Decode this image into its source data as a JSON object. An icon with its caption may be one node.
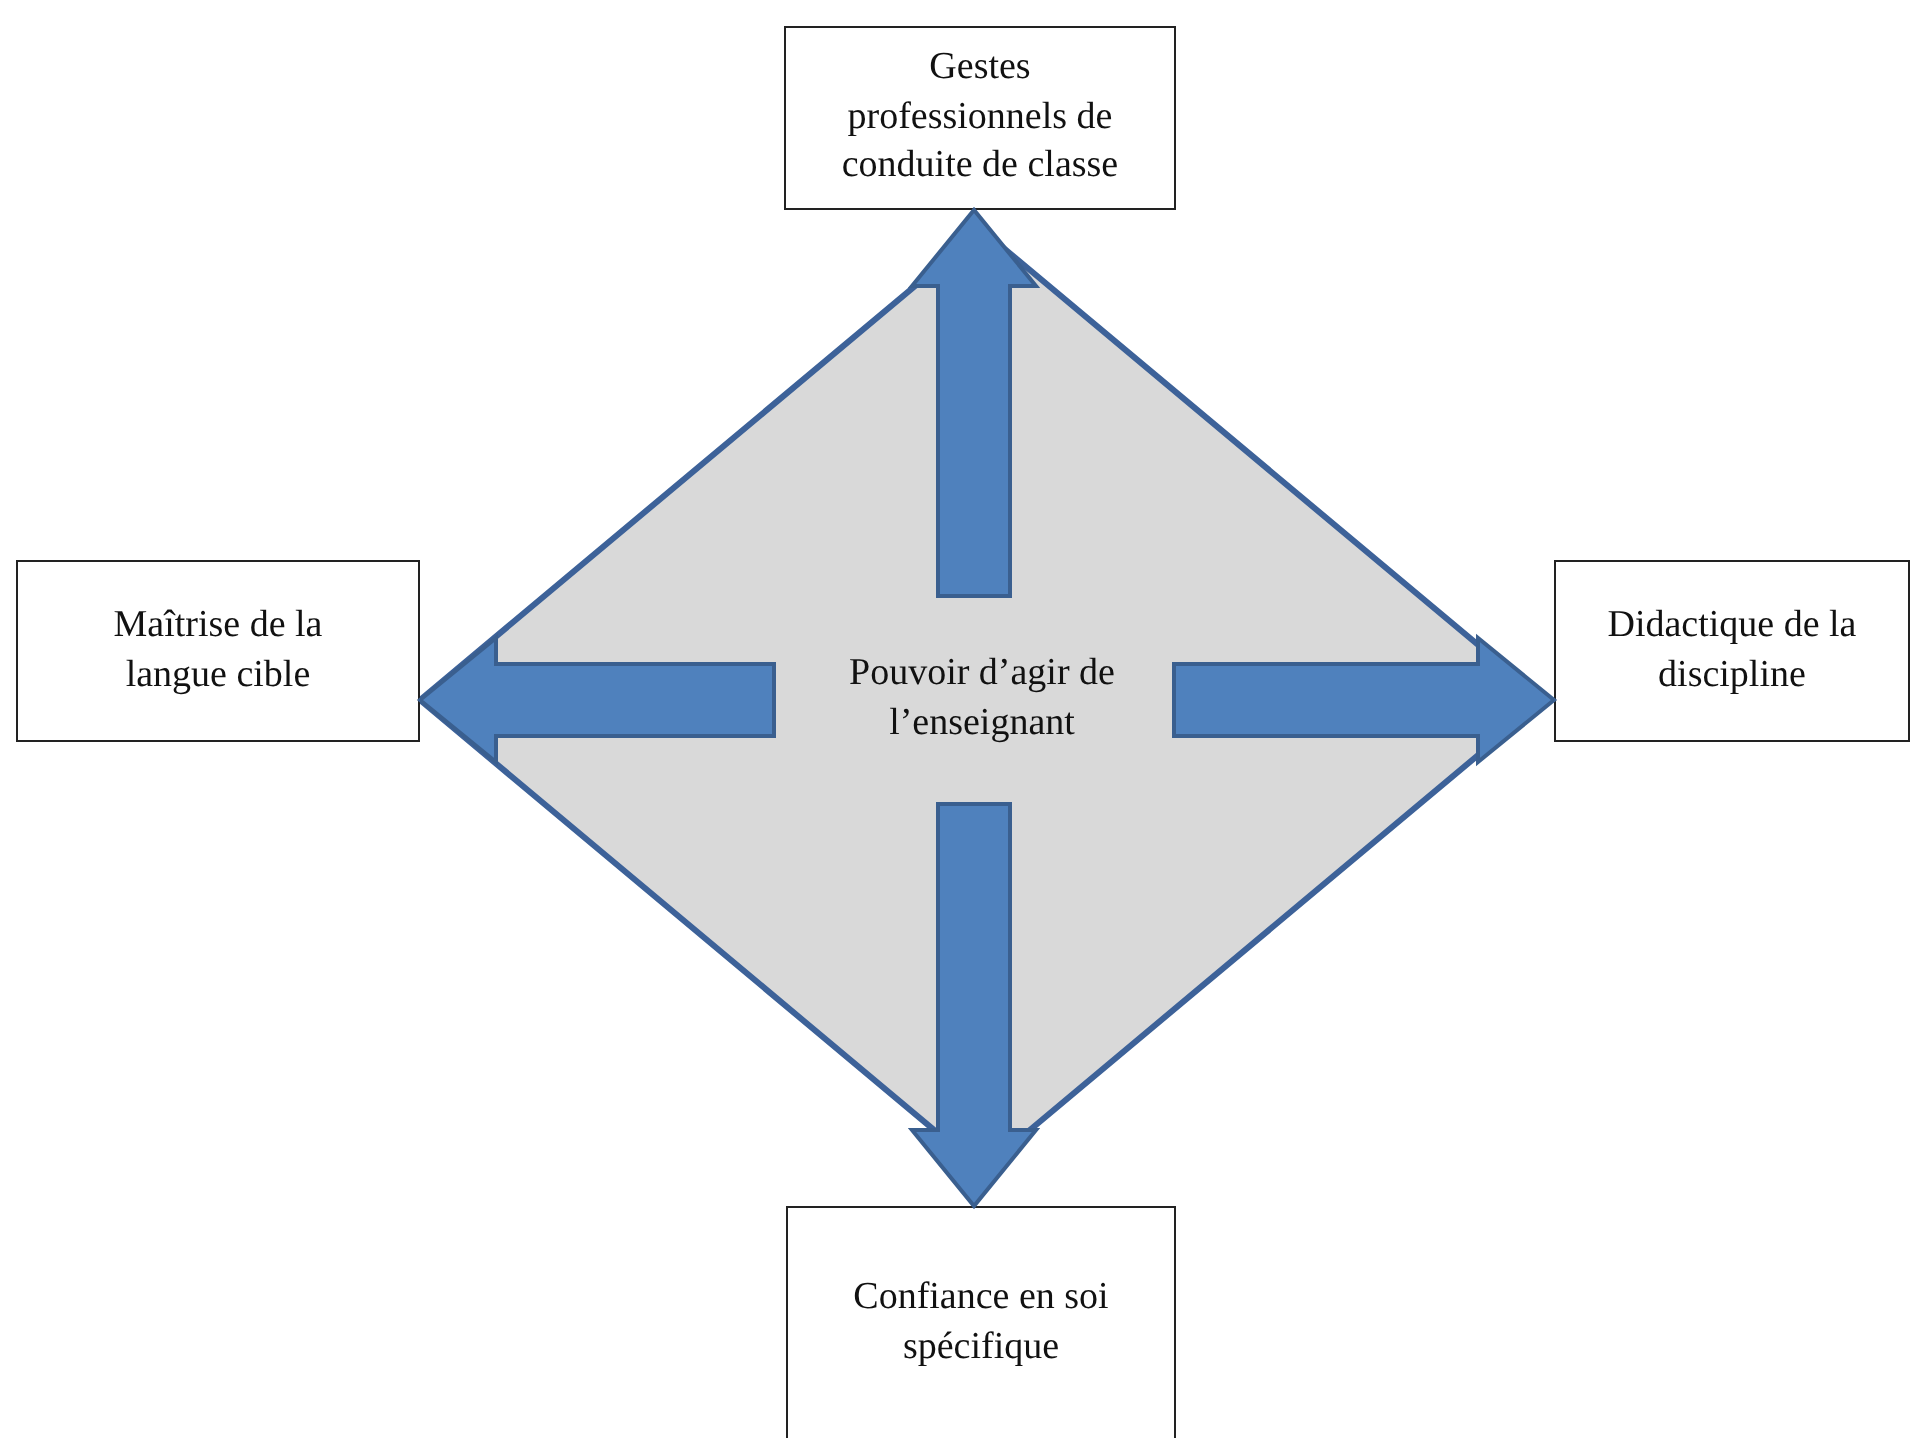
{
  "diagram": {
    "nodes": [
      {
        "text": [
          "Pouvoir d’agir de l’enseignant"
        ]
      },
      {
        "text": [
          "Gestes professionnels de conduite de classe"
        ]
      },
      {
        "text": [
          "Maîtrise de la langue cible"
        ]
      },
      {
        "text": [
          "Didactique de la discipline"
        ]
      },
      {
        "text": [
          "Confiance en soi spécifique"
        ]
      }
    ],
    "edges": [
      {
        "from": 0,
        "to": 1,
        "arrow": "to",
        "style": "thick"
      },
      {
        "from": 0,
        "to": 2,
        "arrow": "to",
        "style": "thick"
      },
      {
        "from": 0,
        "to": 3,
        "arrow": "to",
        "style": "thick"
      },
      {
        "from": 0,
        "to": 4,
        "arrow": "to",
        "style": "thick"
      }
    ]
  }
}
